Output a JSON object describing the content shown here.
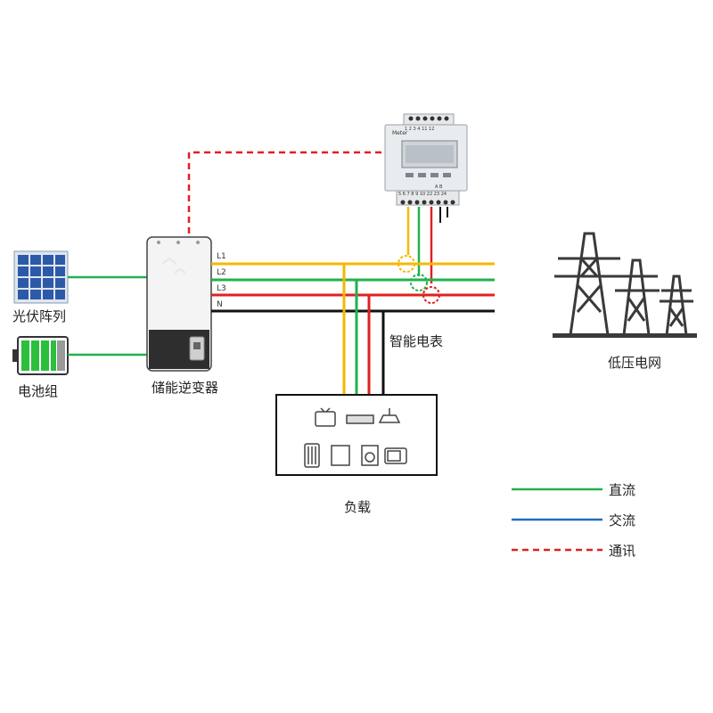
{
  "components": {
    "pv_array": "光伏阵列",
    "battery": "电池组",
    "inverter": "储能逆变器",
    "smart_meter": "智能电表",
    "grid": "低压电网",
    "load": "负载",
    "meter_brand": "Meter"
  },
  "lines": {
    "l1": "L1",
    "l2": "L2",
    "l3": "L3",
    "n": "N"
  },
  "meter_terminals": {
    "top": [
      "1",
      "2",
      "3",
      "4",
      "11",
      "12"
    ],
    "bottom": [
      "5",
      "6",
      "7",
      "8",
      "9",
      "10",
      "22",
      "23",
      "24"
    ],
    "bottom_sub": "A  B"
  },
  "legend": [
    {
      "label": "直流",
      "color": "#22b14c",
      "style": "solid"
    },
    {
      "label": "交流",
      "color": "#1f6fbf",
      "style": "solid"
    },
    {
      "label": "通讯",
      "color": "#e02020",
      "style": "dashed"
    }
  ],
  "colors": {
    "l1": "#f5b800",
    "l2": "#22b14c",
    "l3": "#e02020",
    "n": "#111111",
    "dc": "#22b14c",
    "comm": "#e02020"
  }
}
